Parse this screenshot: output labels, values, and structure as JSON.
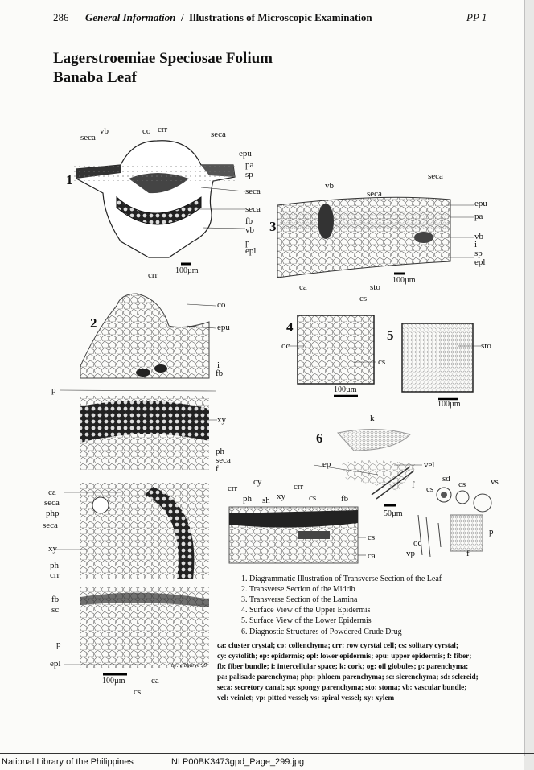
{
  "header": {
    "page_number": "286",
    "section": "General Information",
    "separator": "/",
    "chapter": "Illustrations of Microscopic Examination",
    "tag": "PP 1"
  },
  "title": {
    "latin": "Lagerstroemiae Speciosae Folium",
    "common": "Banaba Leaf"
  },
  "figure_numbers": [
    "1",
    "2",
    "3",
    "4",
    "5",
    "6"
  ],
  "fig1": {
    "labels": {
      "seca_tl": "seca",
      "vb": "vb",
      "co": "co",
      "crr_top": "crr",
      "seca_tr": "seca",
      "epu": "epu",
      "pa": "pa",
      "sp": "sp",
      "seca_r1": "seca",
      "seca_r2": "seca",
      "fb": "fb",
      "vb_r": "vb",
      "p": "p",
      "epl": "epl",
      "crr_bot": "crr"
    },
    "scale": "100µm"
  },
  "fig2": {
    "labels": {
      "co": "co",
      "epu": "epu",
      "i": "i",
      "fb": "fb",
      "p": "p",
      "xy": "xy",
      "ph": "ph",
      "seca": "seca",
      "f": "f",
      "ca": "ca",
      "seca2": "seca",
      "php": "php",
      "seca3": "seca",
      "xy2": "xy",
      "ph2": "ph",
      "crr": "crr",
      "fb2": "fb",
      "sc": "sc",
      "p2": "p",
      "epl": "epl",
      "cs": "cs",
      "ca2": "ca"
    },
    "scale": "100µm",
    "credit": "by: cibbarve 98"
  },
  "fig3": {
    "labels": {
      "vb": "vb",
      "seca": "seca",
      "seca2": "seca",
      "epu": "epu",
      "pa": "pa",
      "vb2": "vb",
      "i": "i",
      "sp": "sp",
      "epl": "epl",
      "ca": "ca",
      "sto": "sto",
      "cs": "cs"
    },
    "scale": "100µm"
  },
  "fig4": {
    "labels": {
      "oc": "oc",
      "cs": "cs"
    },
    "scale": "100µm"
  },
  "fig5": {
    "labels": {
      "sto": "sto"
    },
    "scale": "100µm"
  },
  "fig6": {
    "labels": {
      "k": "k",
      "ep": "ep",
      "vel": "vel",
      "f": "f",
      "sd": "sd",
      "cs": "cs",
      "cs2": "cs",
      "vs": "vs",
      "p": "p",
      "oc": "oc",
      "vp": "vp",
      "f2": "f"
    },
    "scale": "50µm"
  },
  "lamina_detail": {
    "labels": {
      "crr": "crr",
      "cy": "cy",
      "crr2": "crr",
      "ph": "ph",
      "sh": "sh",
      "xy": "xy",
      "cs": "cs",
      "fb": "fb",
      "cs2": "cs",
      "ca": "ca"
    }
  },
  "captions": [
    "1. Diagrammatic Illustration of  Transverse Section of the Leaf",
    "2. Transverse Section of the Midrib",
    "3. Transverse Section of the Lamina",
    "4. Surface View of the Upper Epidermis",
    "5. Surface View of the Lower Epidermis",
    "6. Diagnostic Structures of Powdered Crude Drug"
  ],
  "legend": [
    "ca: cluster crystal; co: collenchyma; crr: row cyrstal cell; cs: solitary cyrstal;",
    "cy: cystolith; ep: epidermis; epl: lower epidermis; epu: upper epidermis; f: fiber;",
    "fb: fiber bundle; i: intercellular space; k: cork; og: oil globules; p: parenchyma;",
    "pa: palisade parenchyma; php: phloem parenchyma; sc: slerenchyma; sd: sclereid;",
    "seca: secretory canal; sp: spongy parenchyma;  sto: stoma; vb: vascular bundle;",
    "vel: veinlet; vp: pitted vessel; vs: spiral vessel; xy: xylem"
  ],
  "footer": {
    "library": "National Library of the Philippines",
    "file": "NLP00BK3473gpd_Page_299.jpg"
  }
}
